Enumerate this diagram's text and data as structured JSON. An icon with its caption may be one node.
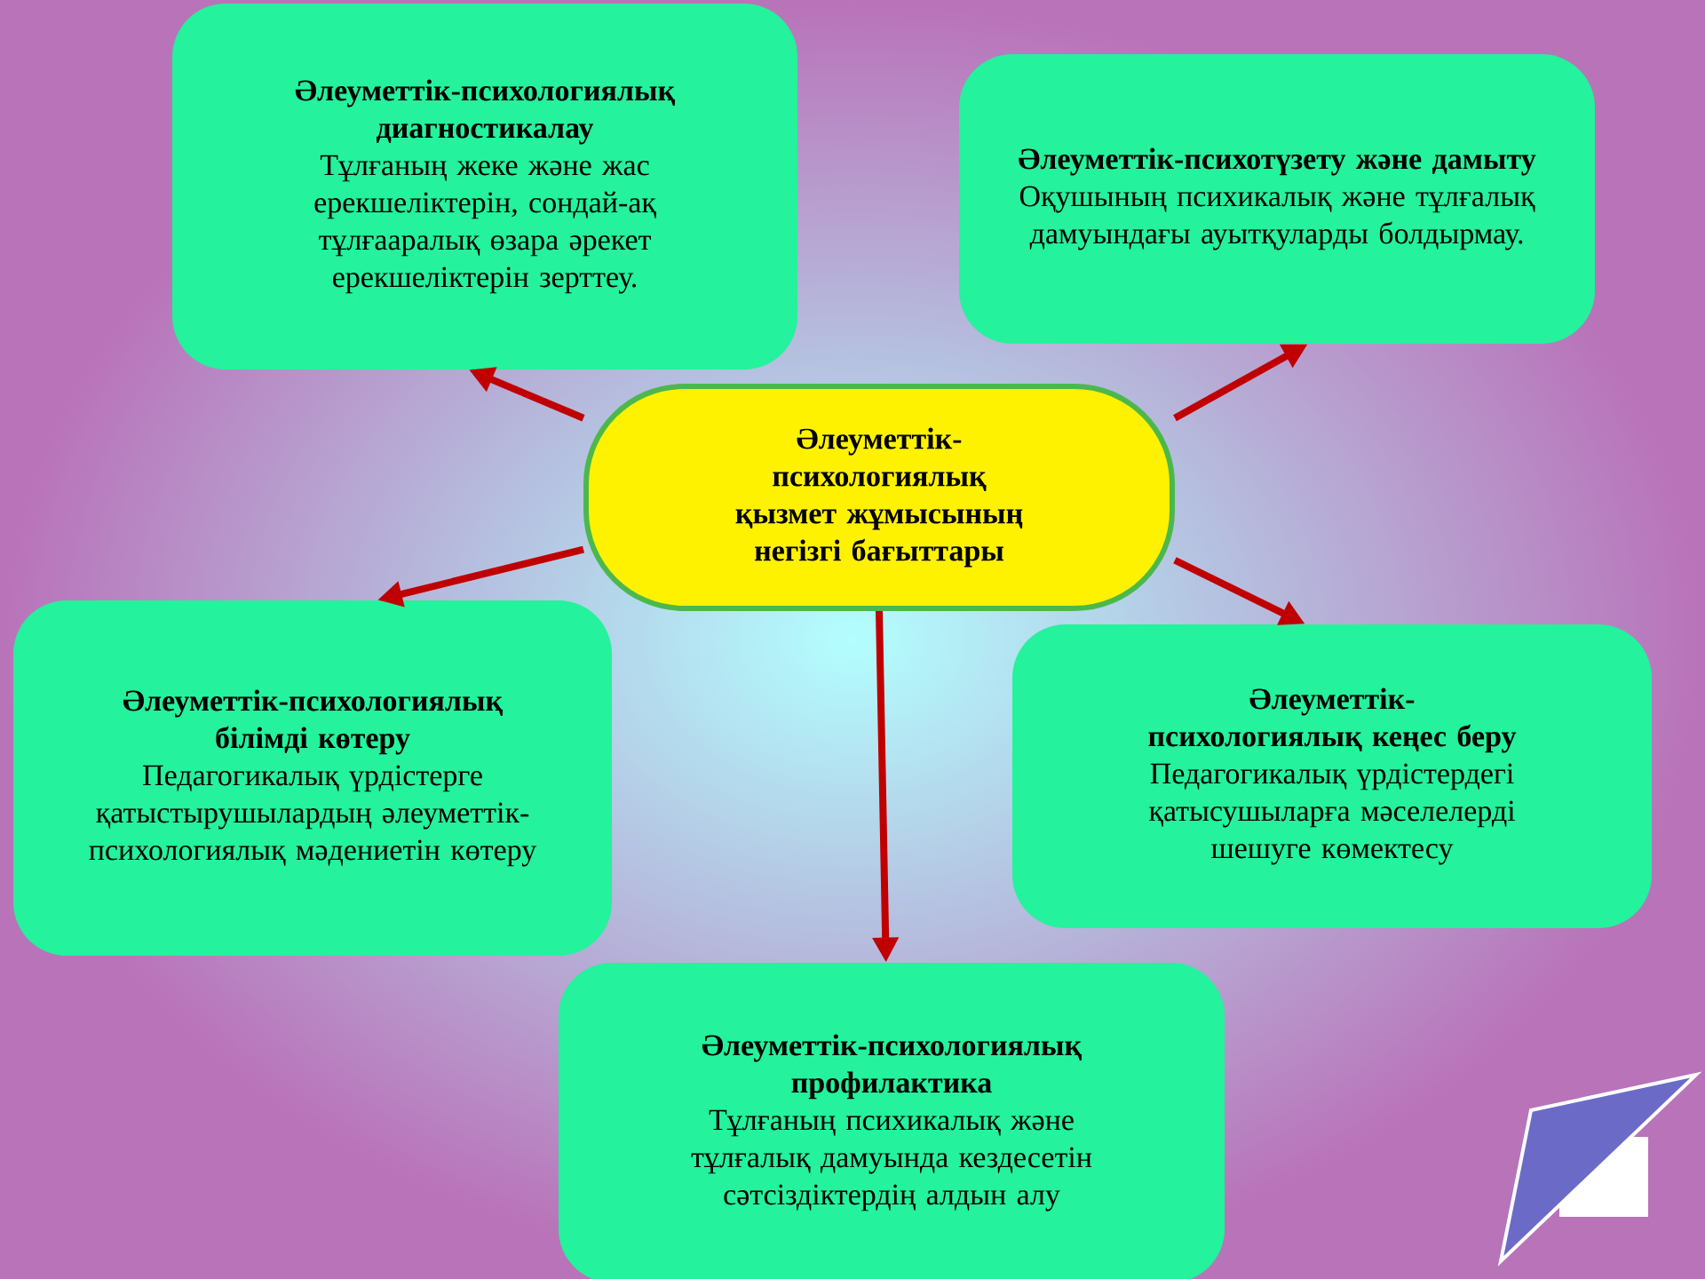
{
  "diagram": {
    "nodes": [
      {
        "text": [
          "Әлеуметтік-психологиялық қызмет жұмысының негізгі бағыттары"
        ]
      },
      {
        "text": [
          "Әлеуметтік-психологиялық диагностикалау",
          "Тұлғаның жеке және жас ерекшеліктерін, сондай-ақ тұлғааралық өзара әрекет ерекшеліктерін зерттеу."
        ]
      },
      {
        "text": [
          "Әлеуметтік-психотүзету және дамыту",
          "Оқушының психикалық және тұлғалық дамуындағы ауытқуларды болдырмау."
        ]
      },
      {
        "text": [
          "Әлеуметтік-психологиялық білімді көтеру",
          "Педагогикалық үрдістерге қатыстырушылардың әлеуметтік-психологиялық мәдениетін көтеру"
        ]
      },
      {
        "text": [
          "Әлеуметтік-психологиялық кеңес беру",
          "Педагогикалық үрдістердегі қатысушыларға мәселелерді шешуге көмектесу"
        ]
      },
      {
        "text": [
          "Әлеуметтік-психологиялық профилактика",
          "Тұлғаның психикалық және тұлғалық дамуында кездесетін сәтсіздіктердің алдын алу"
        ]
      }
    ],
    "edges": [
      {
        "from": 0,
        "to": 1,
        "arrow": "to"
      },
      {
        "from": 0,
        "to": 2,
        "arrow": "to"
      },
      {
        "from": 0,
        "to": 3,
        "arrow": "to"
      },
      {
        "from": 0,
        "to": 4,
        "arrow": "to"
      },
      {
        "from": 0,
        "to": 5,
        "arrow": "to"
      }
    ]
  }
}
